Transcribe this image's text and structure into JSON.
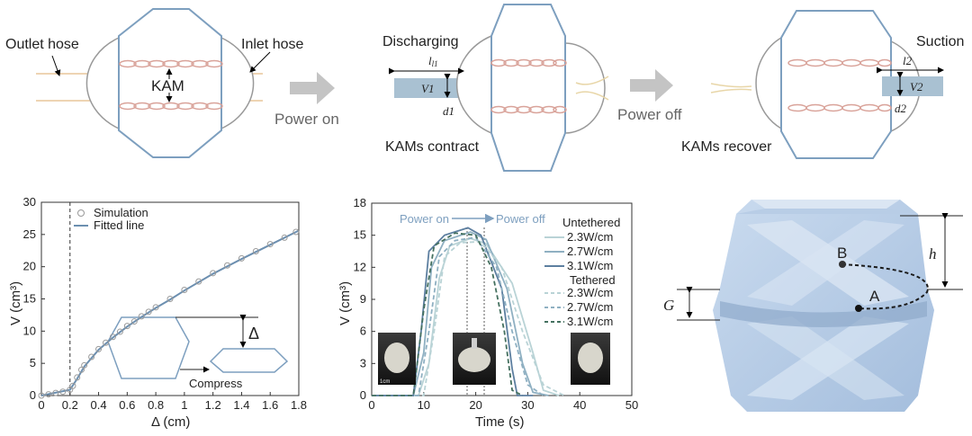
{
  "top": {
    "panel1": {
      "outlet": "Outlet hose",
      "inlet": "Inlet hose",
      "kam": "KAM"
    },
    "arrow1": "Power on",
    "panel2": {
      "discharging": "Discharging",
      "l": "l1",
      "v": "V1",
      "d": "d1",
      "caption": "KAMs contract"
    },
    "arrow2": "Power off",
    "panel3": {
      "suction": "Suction",
      "l": "l2",
      "v": "V2",
      "d": "d2",
      "caption": "KAMs recover"
    }
  },
  "chart_left": {
    "type": "scatter",
    "xlabel": "Δ (cm)",
    "ylabel": "V (cm³)",
    "xlim": [
      0,
      1.8
    ],
    "ylim": [
      0,
      30
    ],
    "xticks": [
      "0",
      "0.2",
      "0.4",
      "0.6",
      "0.8",
      "1",
      "1.2",
      "1.4",
      "1.6",
      "1.8"
    ],
    "yticks": [
      "0",
      "5",
      "10",
      "15",
      "20",
      "25",
      "30"
    ],
    "legend": [
      "Simulation",
      "Fitted line"
    ],
    "vline_x": 0.2,
    "inset_delta": "Δ",
    "inset_compress": "Compress",
    "simulation": [
      [
        0,
        0
      ],
      [
        0.05,
        0.2
      ],
      [
        0.1,
        0.4
      ],
      [
        0.15,
        0.6
      ],
      [
        0.2,
        0.9
      ],
      [
        0.22,
        1.5
      ],
      [
        0.25,
        2.8
      ],
      [
        0.28,
        4.0
      ],
      [
        0.3,
        4.7
      ],
      [
        0.35,
        6.0
      ],
      [
        0.4,
        7.2
      ],
      [
        0.45,
        8.2
      ],
      [
        0.5,
        9.1
      ],
      [
        0.55,
        9.9
      ],
      [
        0.6,
        10.8
      ],
      [
        0.65,
        11.5
      ],
      [
        0.7,
        12.3
      ],
      [
        0.75,
        13.0
      ],
      [
        0.8,
        13.7
      ],
      [
        0.9,
        15.0
      ],
      [
        1.0,
        16.4
      ],
      [
        1.1,
        17.7
      ],
      [
        1.2,
        19.0
      ],
      [
        1.3,
        20.2
      ],
      [
        1.4,
        21.3
      ],
      [
        1.5,
        22.4
      ],
      [
        1.6,
        23.5
      ],
      [
        1.7,
        24.5
      ],
      [
        1.78,
        25.4
      ]
    ],
    "fitted": [
      [
        0,
        0
      ],
      [
        0.2,
        0.9
      ],
      [
        0.25,
        2.6
      ],
      [
        0.3,
        4.5
      ],
      [
        0.4,
        7.1
      ],
      [
        0.5,
        9.0
      ],
      [
        0.6,
        10.7
      ],
      [
        0.7,
        12.2
      ],
      [
        0.8,
        13.6
      ],
      [
        0.9,
        14.9
      ],
      [
        1.0,
        16.3
      ],
      [
        1.2,
        18.9
      ],
      [
        1.4,
        21.2
      ],
      [
        1.6,
        23.4
      ],
      [
        1.8,
        25.6
      ]
    ]
  },
  "chart_mid": {
    "type": "line",
    "xlabel": "Time (s)",
    "ylabel": "V (cm³)",
    "xlim": [
      0,
      50
    ],
    "ylim": [
      0,
      18
    ],
    "xticks": [
      "0",
      "10",
      "20",
      "30",
      "40",
      "50"
    ],
    "yticks": [
      "0",
      "3",
      "6",
      "9",
      "12",
      "15",
      "18"
    ],
    "power_on": "Power on",
    "power_off": "Power off",
    "group1": "Untethered",
    "group2": "Tethered",
    "series": [
      {
        "name": "2.3W/cm",
        "group": "untethered",
        "color": "#b9d3d6",
        "dash": false,
        "points": [
          [
            0,
            0
          ],
          [
            9,
            0
          ],
          [
            11,
            3
          ],
          [
            13,
            11
          ],
          [
            15,
            14.0
          ],
          [
            19,
            14.7
          ],
          [
            22,
            14.2
          ],
          [
            27,
            10.5
          ],
          [
            31,
            4
          ],
          [
            33,
            0.5
          ],
          [
            36,
            0
          ]
        ]
      },
      {
        "name": "2.7W/cm",
        "group": "untethered",
        "color": "#8fb0c2",
        "dash": false,
        "points": [
          [
            0,
            0
          ],
          [
            8,
            0
          ],
          [
            10,
            4
          ],
          [
            11.5,
            12
          ],
          [
            14,
            14.5
          ],
          [
            19,
            15.3
          ],
          [
            22,
            14.6
          ],
          [
            26,
            10
          ],
          [
            29,
            3
          ],
          [
            31,
            0.3
          ],
          [
            34,
            0
          ]
        ]
      },
      {
        "name": "3.1W/cm",
        "group": "untethered",
        "color": "#5d7fa0",
        "dash": false,
        "points": [
          [
            0,
            0
          ],
          [
            8,
            0
          ],
          [
            9.5,
            6
          ],
          [
            11,
            13.5
          ],
          [
            14,
            15
          ],
          [
            18.5,
            15.7
          ],
          [
            21,
            15
          ],
          [
            25,
            10
          ],
          [
            27,
            2.5
          ],
          [
            28,
            0
          ],
          [
            31,
            0
          ]
        ]
      },
      {
        "name": "2.3W/cm",
        "group": "tethered",
        "color": "#b9d3d6",
        "dash": true,
        "points": [
          [
            0,
            0
          ],
          [
            10,
            0
          ],
          [
            12,
            6
          ],
          [
            14,
            13
          ],
          [
            17,
            14.3
          ],
          [
            21,
            14.4
          ],
          [
            25,
            12
          ],
          [
            29,
            6
          ],
          [
            33,
            1
          ],
          [
            37,
            0
          ]
        ]
      },
      {
        "name": "2.7W/cm",
        "group": "tethered",
        "color": "#8fb0c2",
        "dash": true,
        "points": [
          [
            0,
            0
          ],
          [
            9,
            0
          ],
          [
            11,
            6
          ],
          [
            13,
            13
          ],
          [
            16,
            14.5
          ],
          [
            20,
            14.8
          ],
          [
            24,
            12
          ],
          [
            27,
            6
          ],
          [
            30,
            1
          ],
          [
            33,
            0
          ]
        ]
      },
      {
        "name": "3.1W/cm",
        "group": "tethered",
        "color": "#44705f",
        "dash": true,
        "points": [
          [
            0,
            0
          ],
          [
            8,
            0
          ],
          [
            10,
            8
          ],
          [
            12,
            14
          ],
          [
            16,
            15.2
          ],
          [
            20,
            15.0
          ],
          [
            23,
            12
          ],
          [
            25.5,
            6
          ],
          [
            27,
            0.5
          ],
          [
            29,
            0
          ]
        ]
      }
    ],
    "photo_scale": "1cm"
  },
  "right": {
    "B": "B",
    "A": "A",
    "h": "h",
    "G": "G"
  },
  "colors": {
    "blue": "#7d9fbf",
    "pink": "#d9a39a",
    "arrow": "#b8b8b8",
    "cube": "#a9c3e0"
  }
}
